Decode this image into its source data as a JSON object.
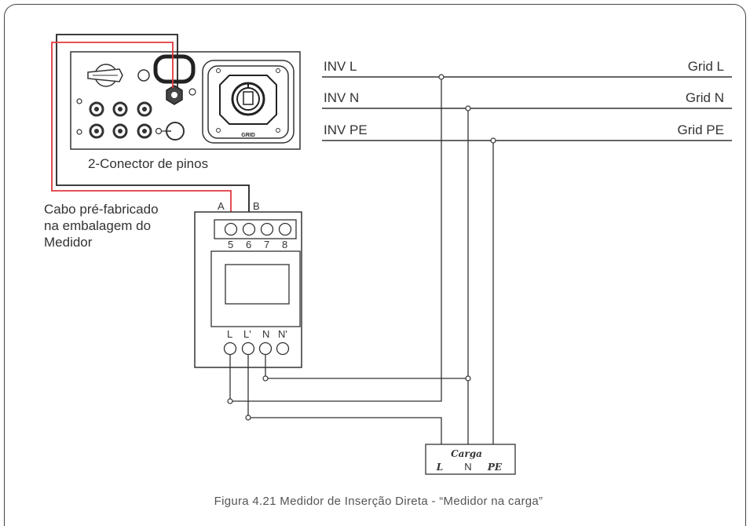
{
  "inv_lines": [
    "INV L",
    "INV N",
    "INV PE"
  ],
  "grid_lines": [
    "Grid L",
    "Grid N",
    "Grid PE"
  ],
  "connector_label": "2-Conector de pinos",
  "cable_label": [
    "Cabo pré-fabricado",
    "na embalagem do",
    "Medidor"
  ],
  "meter": {
    "terminal_top_labels": [
      "A",
      "B"
    ],
    "terminal_numbers": [
      "5",
      "6",
      "7",
      "8"
    ],
    "terminal_bottom_labels": [
      "L",
      "L'",
      "N",
      "N'"
    ]
  },
  "inverter_panel": {
    "grid_text": "GRID"
  },
  "load": {
    "title": "Carga",
    "terminals": [
      "L",
      "N",
      "PE"
    ]
  },
  "caption": "Figura 4.21 Medidor de Inserção Direta - “Medidor na carga”",
  "colors": {
    "wire": "#333333",
    "cable_red": "#e0393e"
  }
}
